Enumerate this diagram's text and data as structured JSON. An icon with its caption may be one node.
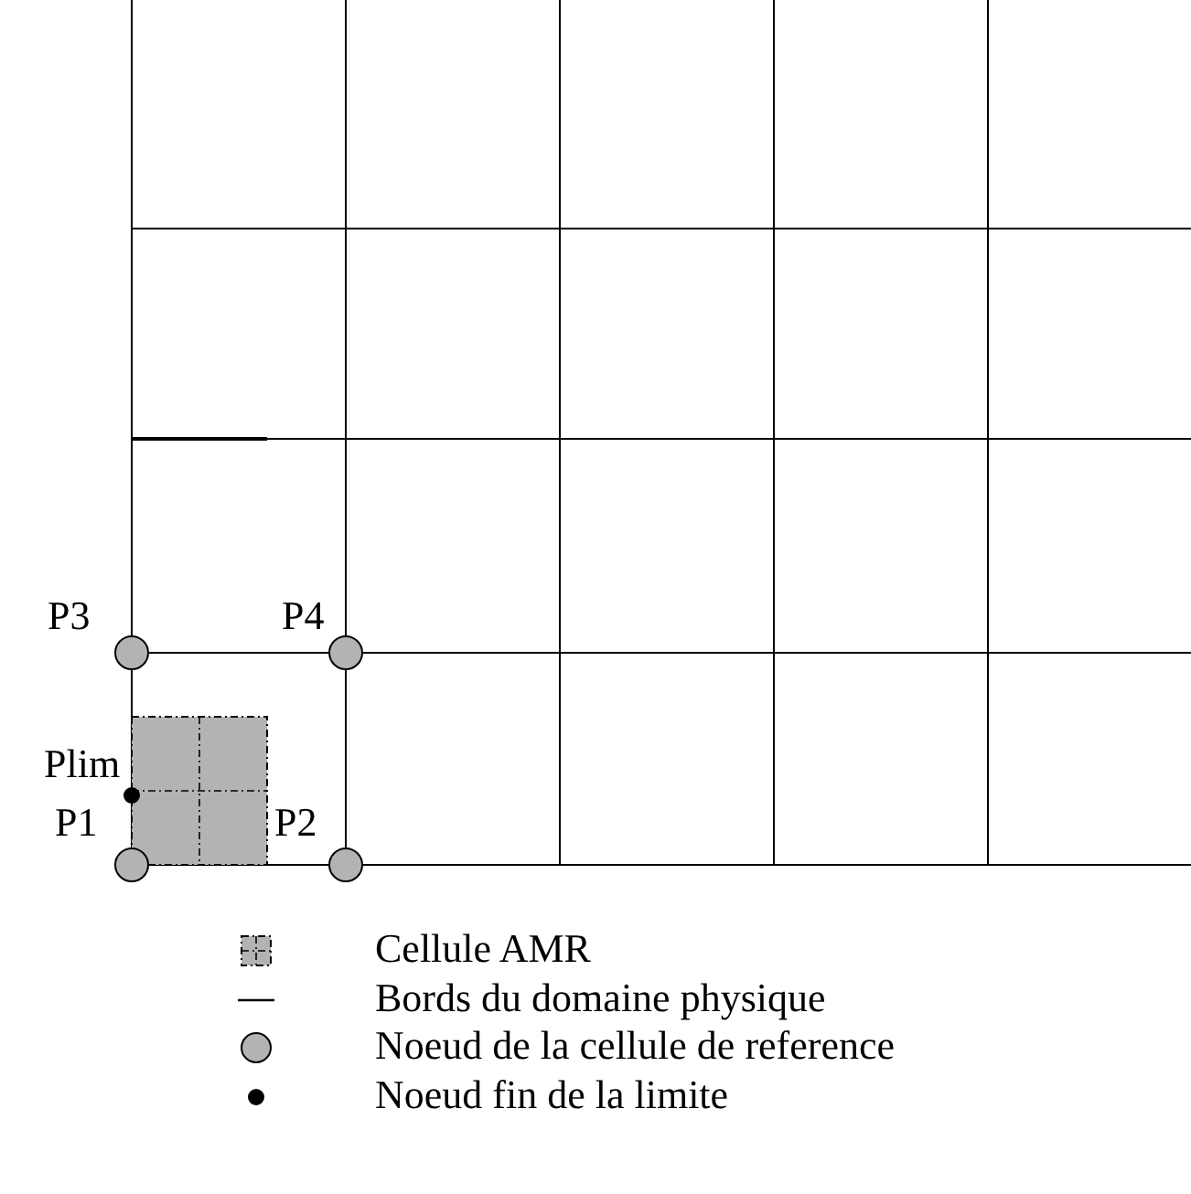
{
  "diagram": {
    "labels": [
      "P3",
      "P4",
      "Plim",
      "P1",
      "P2"
    ],
    "legend": [
      {
        "text": "Cellule AMR"
      },
      {
        "text": "Bords du domaine physique"
      },
      {
        "text": "Noeud de la cellule de reference"
      },
      {
        "text": "Noeud fin de la limite"
      }
    ]
  }
}
